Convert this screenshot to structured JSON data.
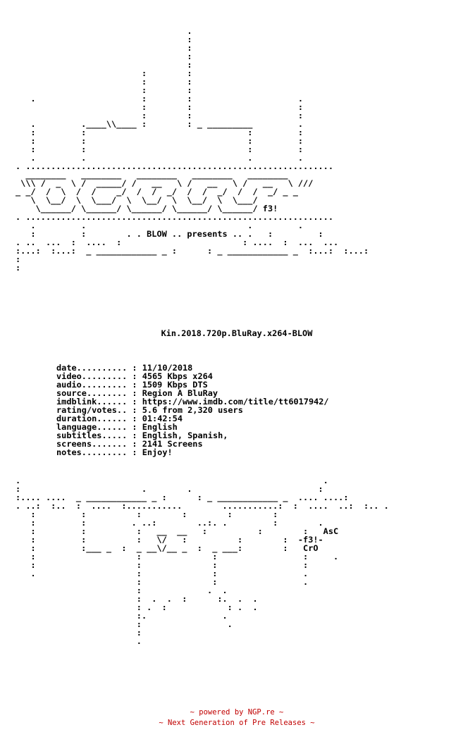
{
  "nfo": {
    "header_art": "                                  .\n                                  :\n                                  :\n                                  :\n                                  :\n                         :        :\n                         :        :\n                         :        :\n   .                     :        :                     .\n                         :        :                     :\n                         :        :                     :\n   .         .____\\\\____ :        : _ _________         .\n   :         :                                :         :\n   :         :                                :         :\n   :         :                                :         :\n   .         .                                .         .\n. .............................................................\n  ________   ________   ________   ________   ________\n \\\\\\ /  _  \\ /  _____/ /   __   \\ /   __   \\ /   __   \\ ///\n_ _/  /  \\  /  /    _/  /  /  _/  /  /  _/  /  /  _/ _ _\n   \\  \\__/  \\  \\___/  \\  \\__/  \\  \\__/  \\  \\___/\n    \\______/ \\______/ \\______/ \\______/ \\______/ f3!\n. .............................................................\n   .         .                                .         .\n   :         :        . . BLOW .. presents .. .   :         :\n. ..  ...  :  ....  :                        : ....  :  ...  ...\n:...:  :...:  _ ____________ _ :      : _ ____________ _  :...:  :...:\n:\n:",
    "release_name": "Kin.2018.720p.BluRay.x264-BLOW",
    "info_label_width": 14,
    "info": [
      {
        "label": "date",
        "value": "11/10/2018"
      },
      {
        "label": "video",
        "value": "4565 Kbps x264"
      },
      {
        "label": "audio",
        "value": "1509 Kbps DTS"
      },
      {
        "label": "source",
        "value": "Region A BluRay"
      },
      {
        "label": "imdblink",
        "value": "https://www.imdb.com/title/tt6017942/"
      },
      {
        "label": "rating/votes",
        "value": "5.6 from 2,320 users"
      },
      {
        "label": "duration",
        "value": "01:42:54"
      },
      {
        "label": "language",
        "value": "English"
      },
      {
        "label": "subtitles",
        "value": "English, Spanish,"
      },
      {
        "label": "screens",
        "value": "2141 Screens"
      },
      {
        "label": "notes",
        "value": "Enjoy!"
      }
    ],
    "footer_art": ".                                                            .\n:                        .        .                         :\n:.... ....  _ ____________ _ :      : _ ____________ _  .... ....:\n. ..:  :..  :  ....  :...........        ...........:  :  ....  ..:  :.. .\n   :         :          :        :        :        :\n   :         :         . ..:        ..:. .         :        .\n   :         :          :   __  __   :          :        :   AsC\n   :         :          :   \\/   :          :        :  -f3!-\n   :         :___ _  :  _ __\\/__ _  :  _ ___:        :   CrO\n   :                    :              :                 :     .\n   :                    :              :                 :\n   .                    :              :                 .\n                        :              :                 .\n                        :             .  .\n                        :  .  .  :      :.  .  .\n                        : .  :            : .  .\n                        :.               .\n                        :                 .\n                        :\n                        ."
  },
  "footer": {
    "powered_by": "~ powered by NGP.re ~",
    "tagline": "~ Next Generation of Pre Releases ~"
  },
  "colors": {
    "text": "#000000",
    "credit": "#c00000",
    "background": "#ffffff"
  }
}
